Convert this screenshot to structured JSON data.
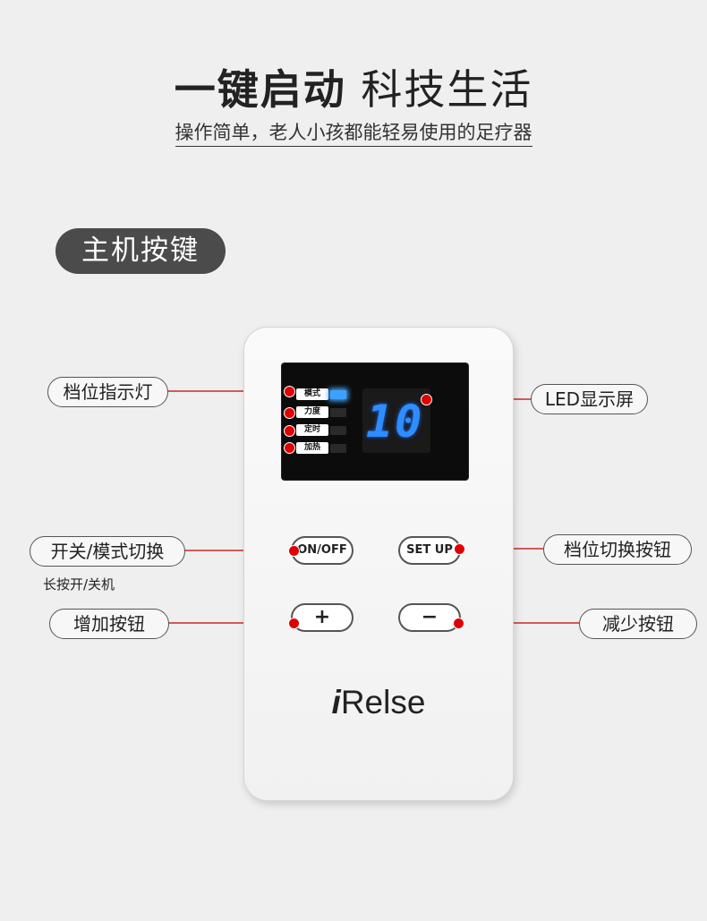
{
  "header": {
    "title_bold": "一键启动",
    "title_light": "科技生活",
    "subtitle": "操作简单，老人小孩都能轻易使用的足疗器"
  },
  "section_label": "主机按键",
  "device": {
    "indicators": [
      "模式",
      "力度",
      "定时",
      "加热"
    ],
    "display_value": "10",
    "buttons": {
      "on_off": "ON/OFF",
      "set_up": "SET UP",
      "plus": "+",
      "minus": "−"
    },
    "brand_i": "i",
    "brand_rest": "Relse"
  },
  "callouts": {
    "gear_indicator": "档位指示灯",
    "led_display": "LED显示屏",
    "power_mode": "开关/模式切换",
    "power_note": "长按开/关机",
    "gear_switch": "档位切换按钮",
    "increase": "增加按钮",
    "decrease": "减少按钮"
  },
  "colors": {
    "accent_red": "#e00000",
    "led_blue": "#2f8dff",
    "pill_bg": "#4b4b4b"
  }
}
